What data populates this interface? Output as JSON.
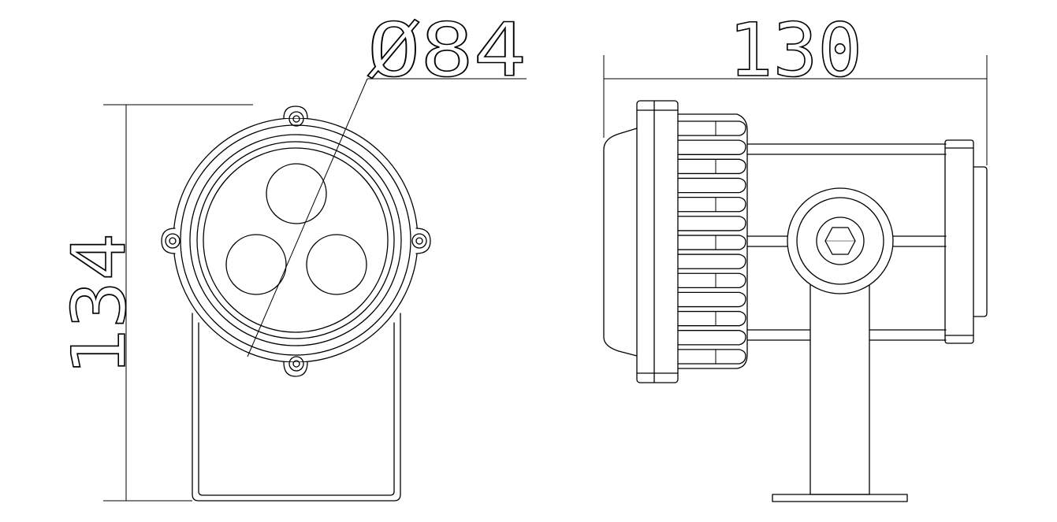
{
  "drawing": {
    "front_view": {
      "diameter_label": "Ø84",
      "height_label": "134"
    },
    "side_view": {
      "width_label": "130"
    }
  }
}
